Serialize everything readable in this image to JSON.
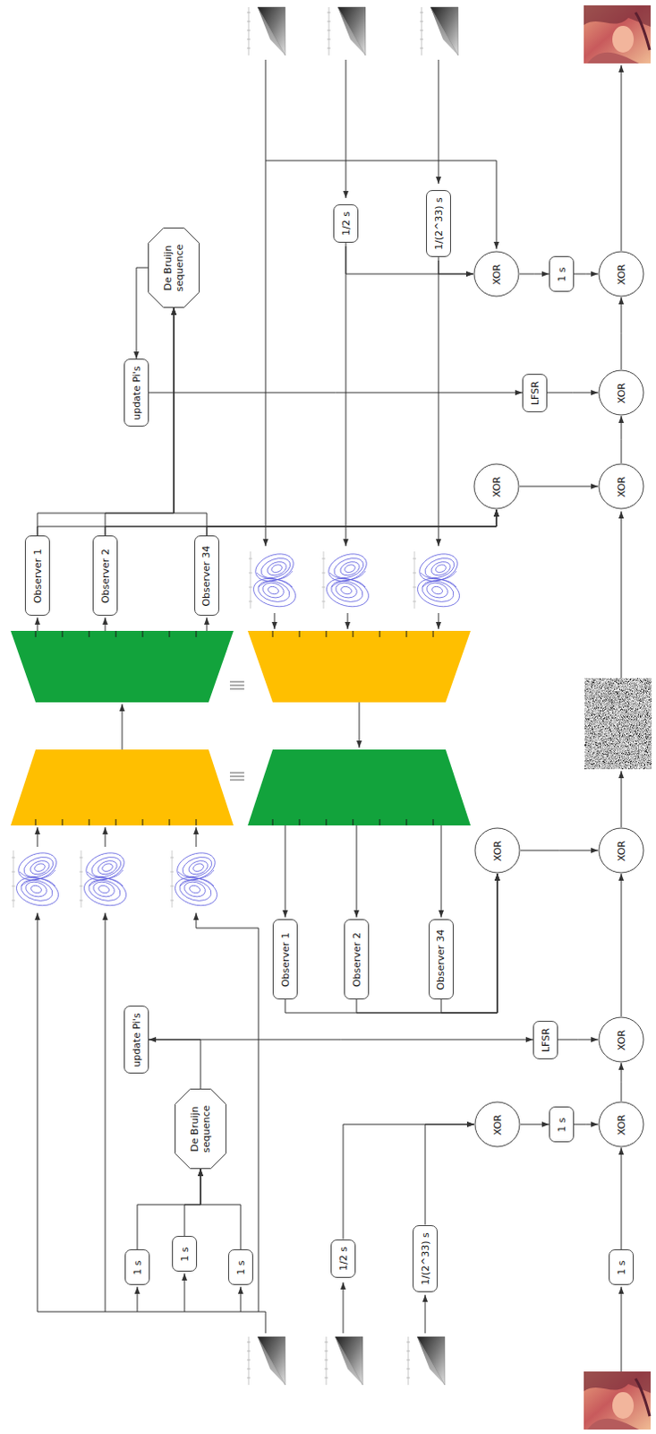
{
  "diagram": {
    "nodes": [
      {
        "text": [
          "1 s"
        ]
      },
      {
        "text": [
          "1 s"
        ]
      },
      {
        "text": [
          "1 s"
        ]
      },
      {
        "text": [
          "1/2 s"
        ]
      },
      {
        "text": [
          "1/(2^33) s"
        ]
      },
      {
        "text": [
          "De Bruijn sequence"
        ]
      },
      {
        "text": [
          "update Pi's"
        ]
      },
      {
        "text": [
          "LFSR"
        ]
      },
      {
        "text": [
          "XOR"
        ]
      },
      {
        "text": [
          "1 s"
        ]
      },
      {
        "text": [
          "XOR"
        ]
      },
      {
        "text": [
          "1 s"
        ]
      },
      {
        "text": [
          "XOR"
        ]
      },
      {
        "text": [
          "Observer 1"
        ]
      },
      {
        "text": [
          "Observer 2"
        ]
      },
      {
        "text": [
          "Observer 34"
        ]
      },
      {
        "text": [
          "XOR"
        ]
      },
      {
        "text": [
          "XOR"
        ]
      },
      {
        "text": [
          "Observer 1"
        ]
      },
      {
        "text": [
          "Observer 2"
        ]
      },
      {
        "text": [
          "Observer 34"
        ]
      },
      {
        "text": [
          "XOR"
        ]
      },
      {
        "text": [
          "XOR"
        ]
      },
      {
        "text": [
          "update Pi's"
        ]
      },
      {
        "text": [
          "LFSR"
        ]
      },
      {
        "text": [
          "XOR"
        ]
      },
      {
        "text": [
          "De Bruijn sequence"
        ]
      },
      {
        "text": [
          "XOR"
        ]
      },
      {
        "text": [
          "1 s"
        ]
      },
      {
        "text": [
          "XOR"
        ]
      },
      {
        "text": [
          "1/2 s"
        ]
      },
      {
        "text": [
          "1/(2^33) s"
        ]
      }
    ],
    "edges": [
      {
        "from": 0,
        "to": 5,
        "arrow": "to"
      },
      {
        "from": 1,
        "to": 5,
        "arrow": "to"
      },
      {
        "from": 2,
        "to": 5,
        "arrow": "to"
      },
      {
        "from": 5,
        "to": 6,
        "arrow": "to"
      },
      {
        "from": 6,
        "to": 7,
        "arrow": "to"
      },
      {
        "from": 7,
        "to": 12,
        "arrow": "to"
      },
      {
        "from": 3,
        "to": 8,
        "arrow": "to"
      },
      {
        "from": 4,
        "to": 8,
        "arrow": "to"
      },
      {
        "from": 8,
        "to": 9,
        "arrow": "to"
      },
      {
        "from": 9,
        "to": 10,
        "arrow": "to"
      },
      {
        "from": 11,
        "to": 10,
        "arrow": "to"
      },
      {
        "from": 10,
        "to": 12,
        "arrow": "to"
      },
      {
        "from": 12,
        "to": 17,
        "arrow": "to"
      },
      {
        "from": 13,
        "to": 16,
        "arrow": "to"
      },
      {
        "from": 14,
        "to": 16,
        "arrow": "to"
      },
      {
        "from": 15,
        "to": 16,
        "arrow": "to"
      },
      {
        "from": 16,
        "to": 17,
        "arrow": "to"
      },
      {
        "from": 18,
        "to": 21,
        "arrow": "to"
      },
      {
        "from": 19,
        "to": 21,
        "arrow": "to"
      },
      {
        "from": 20,
        "to": 21,
        "arrow": "to"
      },
      {
        "from": 18,
        "to": 26,
        "arrow": "to"
      },
      {
        "from": 19,
        "to": 26,
        "arrow": "to"
      },
      {
        "from": 20,
        "to": 26,
        "arrow": "to"
      },
      {
        "from": 26,
        "to": 23,
        "arrow": "to"
      },
      {
        "from": 23,
        "to": 24,
        "arrow": "to"
      },
      {
        "from": 24,
        "to": 25,
        "arrow": "to"
      },
      {
        "from": 21,
        "to": 22,
        "arrow": "to"
      },
      {
        "from": 22,
        "to": 25,
        "arrow": "to"
      },
      {
        "from": 25,
        "to": 29,
        "arrow": "to"
      },
      {
        "from": 30,
        "to": 27,
        "arrow": "to"
      },
      {
        "from": 31,
        "to": 27,
        "arrow": "to"
      },
      {
        "from": 27,
        "to": 28,
        "arrow": "to"
      },
      {
        "from": 28,
        "to": 29,
        "arrow": "to"
      }
    ]
  }
}
